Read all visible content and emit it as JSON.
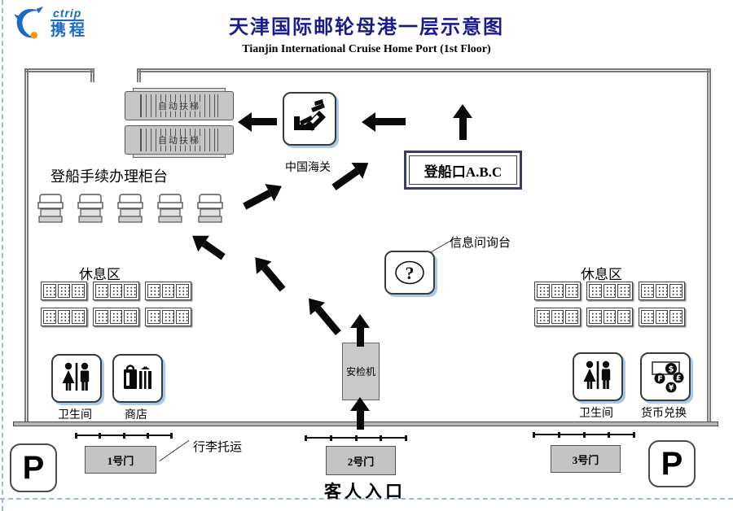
{
  "header": {
    "logo": {
      "brand_en": "ctrip",
      "brand_cn": "携程"
    },
    "title": "天津国际邮轮母港一层示意图",
    "subtitle": "Tianjin International Cruise Home Port (1st Floor)"
  },
  "map": {
    "escalator": {
      "label": "自动扶梯"
    },
    "checkin": {
      "label": "登船手续办理柜台"
    },
    "customs": {
      "label": "中国海关"
    },
    "boarding_gate": {
      "label": "登船口A.B.C"
    },
    "info_desk": {
      "label": "信息问询台",
      "icon_text": "?"
    },
    "rest_area_left": {
      "label": "休息区"
    },
    "rest_area_right": {
      "label": "休息区"
    },
    "restroom_left": {
      "label": "卫生间"
    },
    "shop": {
      "label": "商店"
    },
    "restroom_right": {
      "label": "卫生间"
    },
    "currency_exchange": {
      "label": "货币兑换",
      "symbols": {
        "dollar": "$",
        "franc": "₣",
        "pound": "£",
        "yen": "¥"
      }
    },
    "security_machine": {
      "label": "安检机"
    },
    "luggage": {
      "label": "行李托运"
    },
    "gates": {
      "gate1": "1号门",
      "gate2": "2号门",
      "gate3": "3号门"
    },
    "entrance": {
      "label": "客人入口"
    },
    "parking": {
      "label": "P"
    }
  },
  "colors": {
    "title_navy": "#1a1a8e",
    "logo_blue": "#1b6ac6",
    "logo_orange": "#f09a1a",
    "icon_shadow": "#a9c9ea",
    "wall_gray": "#7a7a7a",
    "arrow_black": "#0a0a0a"
  }
}
